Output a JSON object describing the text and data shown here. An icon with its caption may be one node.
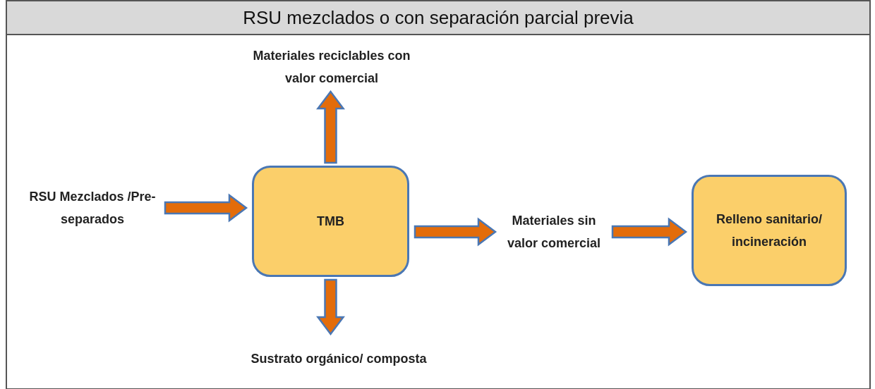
{
  "diagram": {
    "title": "RSU mezclados o con separación parcial previa",
    "nodes": [
      {
        "text": [
          "RSU Mezclados /Pre-separados"
        ]
      },
      {
        "text": [
          "TMB"
        ]
      },
      {
        "text": [
          "Materiales reciclables con valor comercial"
        ]
      },
      {
        "text": [
          "Sustrato orgánico/ composta"
        ]
      },
      {
        "text": [
          "Materiales sin valor comercial"
        ]
      },
      {
        "text": [
          "Relleno sanitario/ incineración"
        ]
      }
    ],
    "edges": [
      {
        "from": 0,
        "to": 1,
        "arrow": "to"
      },
      {
        "from": 1,
        "to": 2,
        "arrow": "to"
      },
      {
        "from": 1,
        "to": 3,
        "arrow": "to"
      },
      {
        "from": 1,
        "to": 4,
        "arrow": "to"
      },
      {
        "from": 4,
        "to": 5,
        "arrow": "to"
      }
    ]
  }
}
